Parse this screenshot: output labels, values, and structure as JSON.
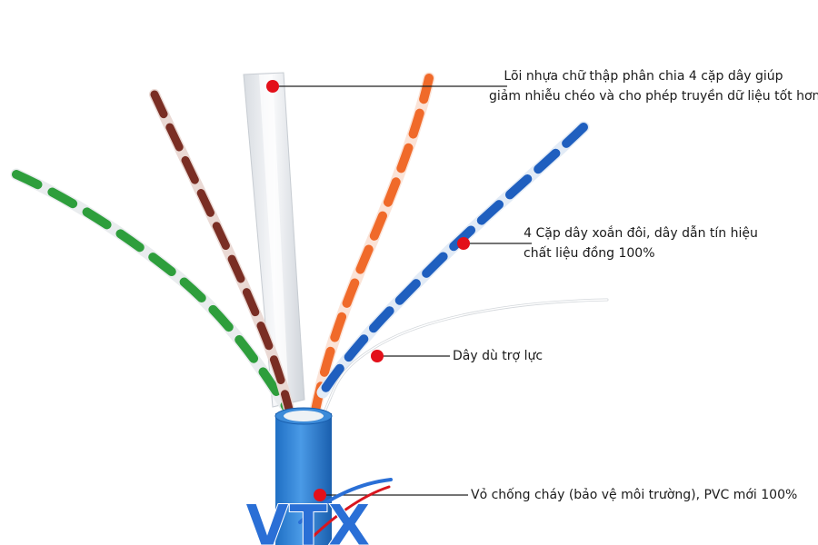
{
  "callouts": {
    "core": {
      "line1": "Lõi nhựa chữ thập phân chia 4 cặp dây giúp",
      "line2": "giảm nhiễu chéo và cho phép truyền dữ liệu tốt hơn"
    },
    "pairs": {
      "line1": "4 Cặp dây xoắn đôi, dây dẫn tín hiệu",
      "line2": "chất liệu đồng 100%"
    },
    "ripcord": {
      "line1": "Dây dù trợ lực"
    },
    "jacket": {
      "line1": "Vỏ chống cháy (bảo vệ môi trường), PVC mới 100%"
    }
  },
  "logo": {
    "text": "VTX"
  },
  "colors": {
    "marker": "#e3101a",
    "jacket": "#2f86d6",
    "green_pair": "#2e9e3c",
    "brown_pair": "#7a2e24",
    "orange_pair": "#f06a2a",
    "blue_pair": "#1f5fbf",
    "logo_blue": "#2a6fd6",
    "logo_red": "#d8161f"
  }
}
